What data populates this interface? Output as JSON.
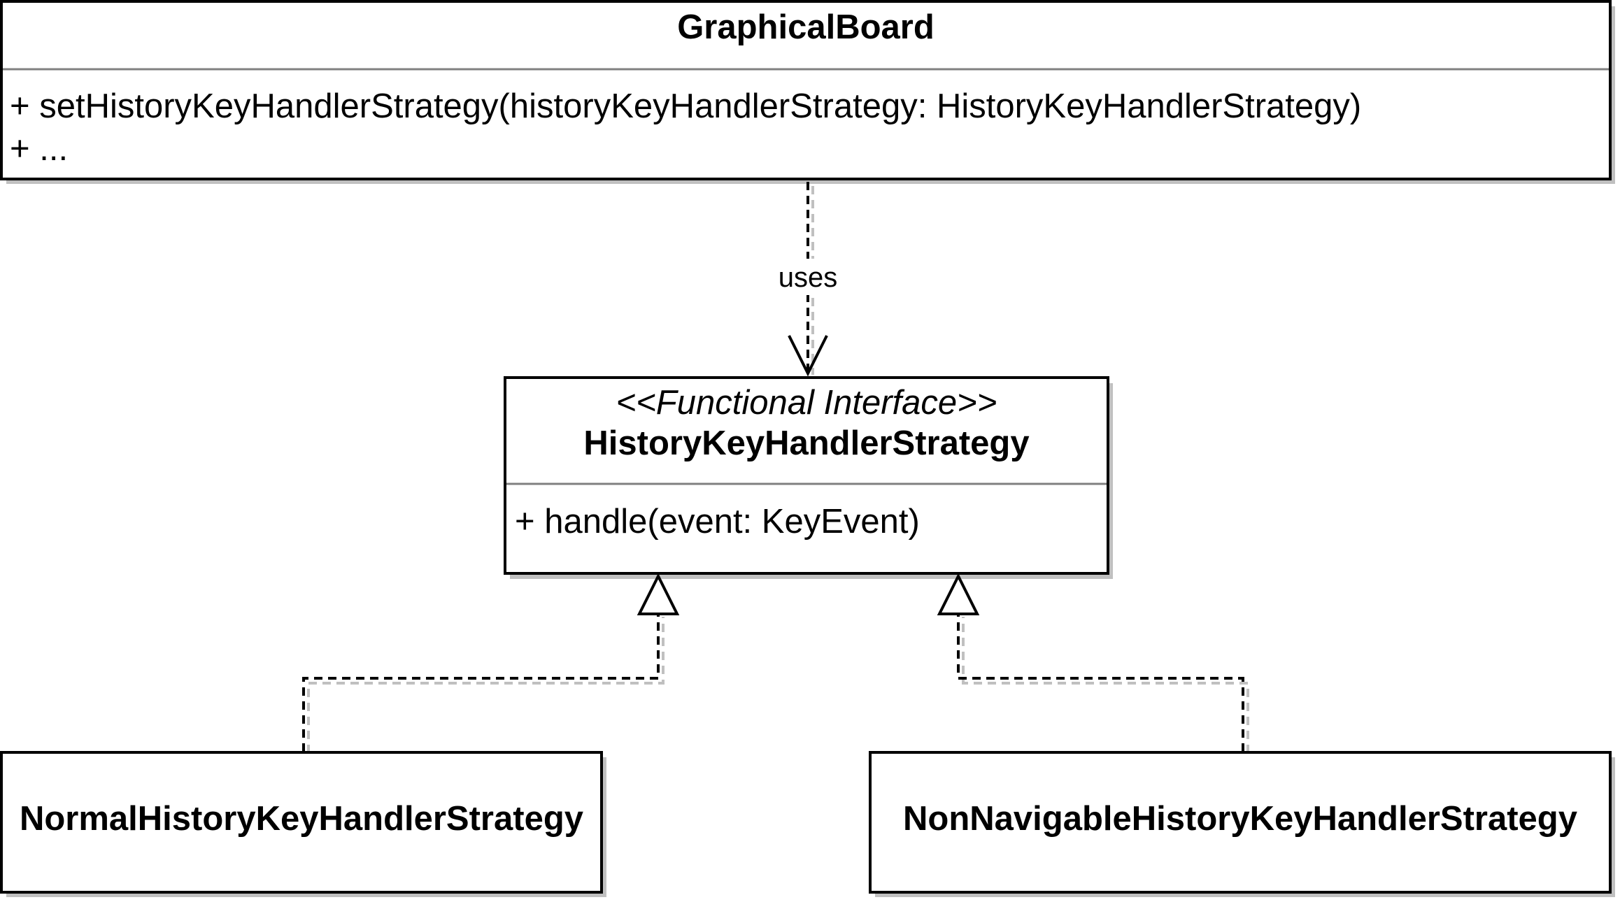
{
  "classes": {
    "graphical_board": {
      "name": "GraphicalBoard",
      "methods": [
        "+ setHistoryKeyHandlerStrategy(historyKeyHandlerStrategy: HistoryKeyHandlerStrategy)",
        "+ ..."
      ]
    },
    "history_strategy": {
      "stereotype": "<<Functional Interface>>",
      "name": "HistoryKeyHandlerStrategy",
      "methods": [
        "+ handle(event: KeyEvent)"
      ]
    },
    "normal_strategy": {
      "name": "NormalHistoryKeyHandlerStrategy"
    },
    "non_navigable_strategy": {
      "name": "NonNavigableHistoryKeyHandlerStrategy"
    }
  },
  "relations": {
    "uses_label": "uses"
  },
  "colors": {
    "stroke": "#000000",
    "shadow": "#c0c0c0",
    "divider": "#808080",
    "background": "#ffffff"
  }
}
